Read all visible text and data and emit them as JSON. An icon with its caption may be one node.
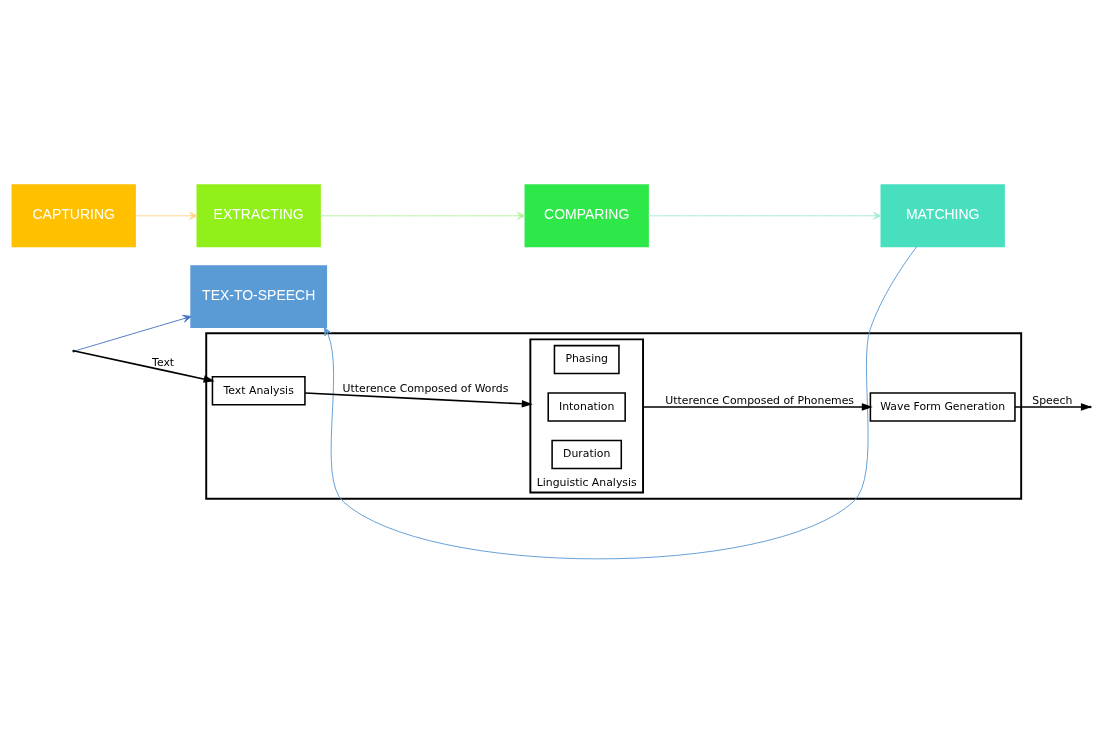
{
  "diagram": {
    "nodes": [
      {
        "text": [
          "CAPTURING"
        ]
      },
      {
        "text": [
          "EXTRACTING"
        ]
      },
      {
        "text": [
          "COMPARING"
        ]
      },
      {
        "text": [
          "MATCHING"
        ]
      },
      {
        "text": [
          "TEX-TO-SPEECH"
        ]
      },
      {
        "text": [],
        "shape": "box"
      },
      {
        "text": [
          "Text Analysis"
        ],
        "in": 5
      },
      {
        "text": [
          "Linguistic Analysis"
        ],
        "in": 5
      },
      {
        "text": [
          "Phasing"
        ],
        "in": 7
      },
      {
        "text": [
          "Intonation"
        ],
        "in": 7
      },
      {
        "text": [
          "Duration"
        ],
        "in": 7
      },
      {
        "text": [
          "Wave Form Generation"
        ],
        "in": 5
      }
    ],
    "edges": [
      {
        "from": 0,
        "to": 1,
        "arrow": "to",
        "color": "#ffd58a"
      },
      {
        "from": 1,
        "to": 2,
        "arrow": "to",
        "color": "#b5f0a0"
      },
      {
        "from": 2,
        "to": 3,
        "arrow": "to",
        "color": "#a8ecd8"
      },
      {
        "from": 3,
        "to": 4,
        "arrow": "to",
        "color": "#5b9bd5"
      },
      {
        "from": null,
        "to": 4,
        "arrow": "to",
        "color": "#4472c4"
      },
      {
        "from": null,
        "to": 6,
        "arrow": "to",
        "label": "Text"
      },
      {
        "from": 6,
        "to": 7,
        "arrow": "to",
        "label": "Utterence Composed of Words"
      },
      {
        "from": 7,
        "to": 11,
        "arrow": "to",
        "label": "Utterence Composed of Phonemes"
      },
      {
        "from": 11,
        "to": null,
        "arrow": "to",
        "label": "Speech"
      }
    ]
  }
}
